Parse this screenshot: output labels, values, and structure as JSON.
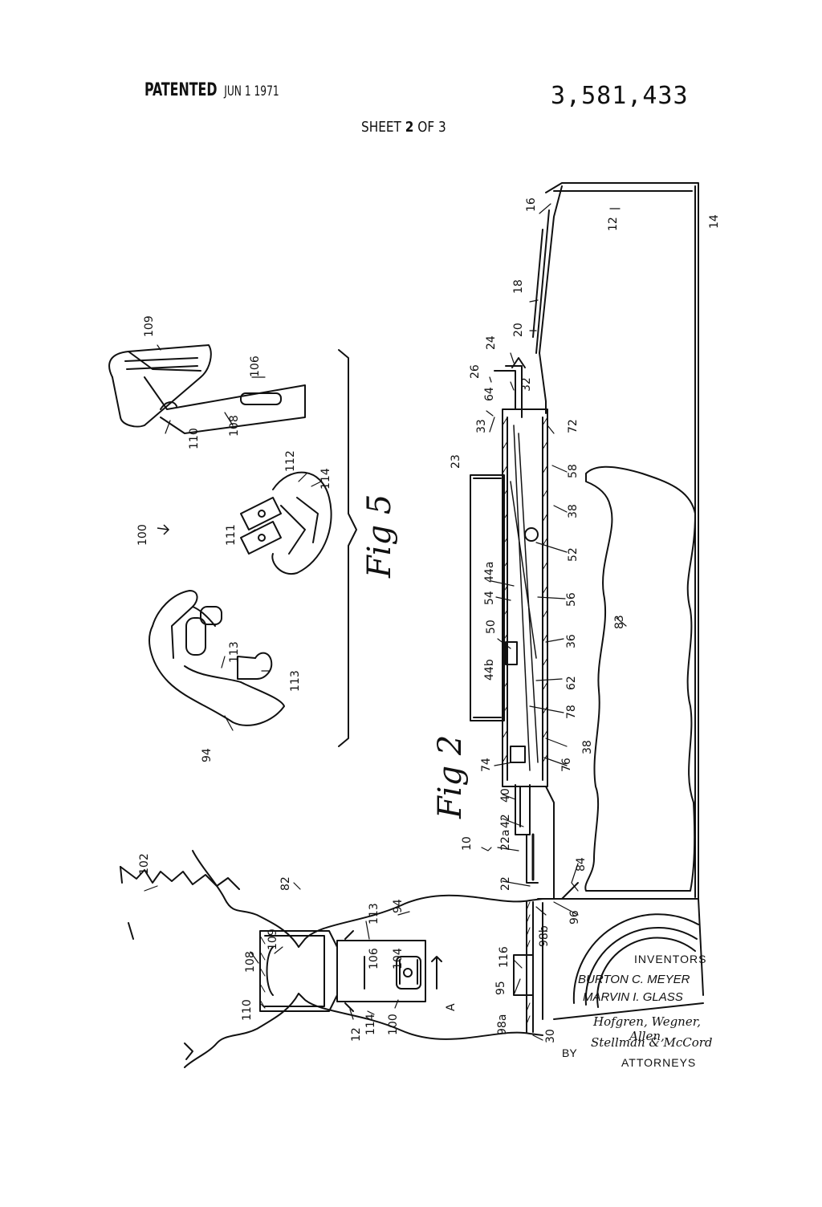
{
  "header": {
    "patented_label": "PATENTED",
    "patented_date": "JUN  1 1971",
    "patent_number": "3,581,433",
    "sheet_label": "SHEET",
    "sheet_current": "2",
    "sheet_of": "OF",
    "sheet_total": "3"
  },
  "figures": {
    "fig2_label": "Fig 2",
    "fig5_label": "Fig 5"
  },
  "reference_numerals": {
    "n10": "10",
    "n12a": "12",
    "n12b": "12",
    "n14": "14",
    "n16": "16",
    "n18": "18",
    "n20": "20",
    "n22": "22",
    "n22a": "22a",
    "n23": "23",
    "n24": "24",
    "n26": "26",
    "n30": "30",
    "n32": "32",
    "n33": "33",
    "n36": "36",
    "n38a": "38",
    "n38b": "38",
    "n40": "40",
    "n42": "42",
    "n44a": "44a",
    "n44b": "44b",
    "n50": "50",
    "n52": "52",
    "n54": "54",
    "n56": "56",
    "n58": "58",
    "n62": "62",
    "n64": "64",
    "n72": "72",
    "n74": "74",
    "n76": "76",
    "n78": "78",
    "n82": "82",
    "n83": "83",
    "n84": "84",
    "n94a": "94",
    "n94b": "94",
    "n95": "95",
    "n96": "96",
    "n98a": "98a",
    "n98b": "98b",
    "n100a": "100",
    "n100b": "100",
    "n102": "102",
    "n104": "104",
    "n106a": "106",
    "n106b": "106",
    "n108a": "108",
    "n108b": "108",
    "n109a": "109",
    "n109b": "109",
    "n110a": "110",
    "n110b": "110",
    "n111": "111",
    "n112": "112",
    "n113a": "113",
    "n113b": "113",
    "n113c": "113",
    "n114a": "114",
    "n114b": "114",
    "n116": "116",
    "arrowA": "A"
  },
  "credits": {
    "inventors_label": "INVENTORS",
    "inventor1": "BURTON C. MEYER",
    "inventor2": "MARVIN I. GLASS",
    "by_label": "BY",
    "firm_line1": "Hofgren, Wegner, Allen,",
    "firm_line2": "Stellman & McCord",
    "attorneys_label": "ATTORNEYS"
  }
}
